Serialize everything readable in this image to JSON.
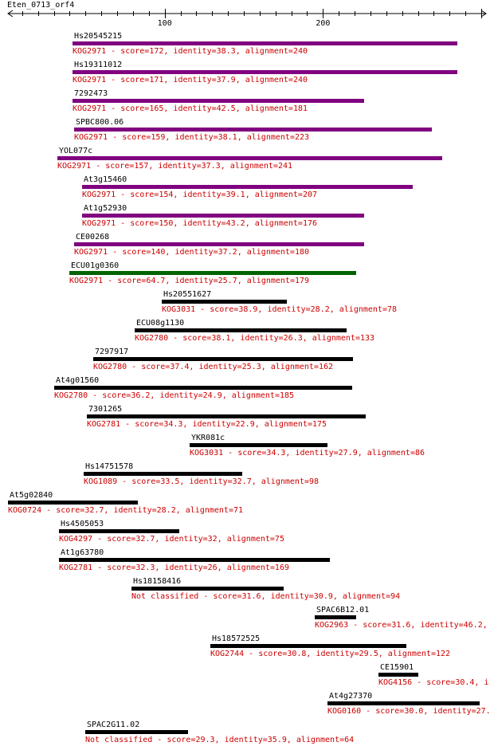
{
  "query": {
    "name": "Eten_0713_orf4",
    "length": 303
  },
  "axis": {
    "ticks": [
      "100",
      "200"
    ],
    "tick_values": [
      100,
      200
    ]
  },
  "colors": {
    "text": "#000000",
    "annotation": "#cc0000",
    "kog2971_bar": "#800080",
    "weak_kog2971_bar": "#006400",
    "other_bar": "#000000"
  },
  "hits": [
    {
      "name": "Hs20545215",
      "kog": "KOG2971",
      "start": 42,
      "end": 285,
      "score": "172",
      "identity": "38.3",
      "alignment": "240",
      "bar": "purple",
      "caption": "KOG2971 - score=172, identity=38.3, alignment=240"
    },
    {
      "name": "Hs19311012",
      "kog": "KOG2971",
      "start": 42,
      "end": 285,
      "score": "171",
      "identity": "37.9",
      "alignment": "240",
      "bar": "purple",
      "caption": "KOG2971 - score=171, identity=37.9, alignment=240"
    },
    {
      "name": "7292473",
      "kog": "KOG2971",
      "start": 42,
      "end": 226,
      "score": "165",
      "identity": "42.5",
      "alignment": "181",
      "bar": "purple",
      "caption": "KOG2971 - score=165, identity=42.5, alignment=181"
    },
    {
      "name": "SPBC800.06",
      "kog": "KOG2971",
      "start": 43,
      "end": 269,
      "score": "159",
      "identity": "38.1",
      "alignment": "223",
      "bar": "purple",
      "caption": "KOG2971 - score=159, identity=38.1, alignment=223"
    },
    {
      "name": "YOL077c",
      "kog": "KOG2971",
      "start": 32,
      "end": 275,
      "score": "157",
      "identity": "37.3",
      "alignment": "241",
      "bar": "purple",
      "caption": "KOG2971 - score=157, identity=37.3, alignment=241"
    },
    {
      "name": "At3g15460",
      "kog": "KOG2971",
      "start": 48,
      "end": 257,
      "score": "154",
      "identity": "39.1",
      "alignment": "207",
      "bar": "purple",
      "caption": "KOG2971 - score=154, identity=39.1, alignment=207"
    },
    {
      "name": "At1g52930",
      "kog": "KOG2971",
      "start": 48,
      "end": 226,
      "score": "150",
      "identity": "43.2",
      "alignment": "176",
      "bar": "purple",
      "caption": "KOG2971 - score=150, identity=43.2, alignment=176"
    },
    {
      "name": "CE00268",
      "kog": "KOG2971",
      "start": 43,
      "end": 226,
      "score": "140",
      "identity": "37.2",
      "alignment": "180",
      "bar": "purple",
      "caption": "KOG2971 - score=140, identity=37.2, alignment=180"
    },
    {
      "name": "ECU01g0360",
      "kog": "KOG2971",
      "start": 40,
      "end": 221,
      "score": "64.7",
      "identity": "25.7",
      "alignment": "179",
      "bar": "green",
      "caption": "KOG2971 - score=64.7, identity=25.7, alignment=179"
    },
    {
      "name": "Hs20551627",
      "kog": "KOG3031",
      "start": 98,
      "end": 177,
      "score": "38.9",
      "identity": "28.2",
      "alignment": "78",
      "bar": "black",
      "caption": "KOG3031 - score=38.9, identity=28.2, alignment=78"
    },
    {
      "name": "ECU08g1130",
      "kog": "KOG2780",
      "start": 81,
      "end": 215,
      "score": "38.1",
      "identity": "26.3",
      "alignment": "133",
      "bar": "black",
      "caption": "KOG2780 - score=38.1, identity=26.3, alignment=133"
    },
    {
      "name": "7297917",
      "kog": "KOG2780",
      "start": 55,
      "end": 219,
      "score": "37.4",
      "identity": "25.3",
      "alignment": "162",
      "bar": "black",
      "caption": "KOG2780 - score=37.4, identity=25.3, alignment=162"
    },
    {
      "name": "At4g01560",
      "kog": "KOG2780",
      "start": 30,
      "end": 218,
      "score": "36.2",
      "identity": "24.9",
      "alignment": "185",
      "bar": "black",
      "caption": "KOG2780 - score=36.2, identity=24.9, alignment=185"
    },
    {
      "name": "7301265",
      "kog": "KOG2781",
      "start": 51,
      "end": 227,
      "score": "34.3",
      "identity": "22.9",
      "alignment": "175",
      "bar": "black",
      "caption": "KOG2781 - score=34.3, identity=22.9, alignment=175"
    },
    {
      "name": "YKR081c",
      "kog": "KOG3031",
      "start": 116,
      "end": 203,
      "score": "34.3",
      "identity": "27.9",
      "alignment": "86",
      "bar": "black",
      "caption": "KOG3031 - score=34.3, identity=27.9, alignment=86"
    },
    {
      "name": "Hs14751578",
      "kog": "KOG1089",
      "start": 49,
      "end": 149,
      "score": "33.5",
      "identity": "32.7",
      "alignment": "98",
      "bar": "black",
      "caption": "KOG1089 - score=33.5, identity=32.7, alignment=98"
    },
    {
      "name": "At5g02840",
      "kog": "KOG0724",
      "start": 1,
      "end": 83,
      "score": "32.7",
      "identity": "28.2",
      "alignment": "71",
      "bar": "black",
      "caption": "KOG0724 - score=32.7, identity=28.2, alignment=71"
    },
    {
      "name": "Hs4505053",
      "kog": "KOG4297",
      "start": 33,
      "end": 109,
      "score": "32.7",
      "identity": "32",
      "alignment": "75",
      "bar": "black",
      "caption": "KOG4297 - score=32.7, identity=32, alignment=75"
    },
    {
      "name": "At1g63780",
      "kog": "KOG2781",
      "start": 33,
      "end": 204,
      "score": "32.3",
      "identity": "26",
      "alignment": "169",
      "bar": "black",
      "caption": "KOG2781 - score=32.3, identity=26, alignment=169"
    },
    {
      "name": "Hs18158416",
      "kog": "Not classified",
      "start": 79,
      "end": 175,
      "score": "31.6",
      "identity": "30.9",
      "alignment": "94",
      "bar": "black",
      "caption": "Not classified - score=31.6, identity=30.9, alignment=94"
    },
    {
      "name": "SPAC6B12.01",
      "kog": "KOG2963",
      "start": 195,
      "end": 221,
      "score": "31.6",
      "identity": "46.2",
      "alignment": "",
      "bar": "black",
      "caption": "KOG2963 - score=31.6, identity=46.2,"
    },
    {
      "name": "Hs18572525",
      "kog": "KOG2744",
      "start": 129,
      "end": 253,
      "score": "30.8",
      "identity": "29.5",
      "alignment": "122",
      "bar": "black",
      "caption": "KOG2744 - score=30.8, identity=29.5, alignment=122"
    },
    {
      "name": "CE15901",
      "kog": "KOG4156",
      "start": 235,
      "end": 260,
      "score": "30.4",
      "identity": "",
      "alignment": "",
      "bar": "black",
      "caption": "KOG4156 - score=30.4, i"
    },
    {
      "name": "At4g27370",
      "kog": "KOG0160",
      "start": 203,
      "end": 299,
      "score": "30.0",
      "identity": "27.",
      "alignment": "",
      "bar": "black",
      "caption": "KOG0160 - score=30.0, identity=27."
    },
    {
      "name": "SPAC2G11.02",
      "kog": "Not classified",
      "start": 50,
      "end": 115,
      "score": "29.3",
      "identity": "35.9",
      "alignment": "64",
      "bar": "black",
      "caption": "Not classified - score=29.3, identity=35.9, alignment=64"
    }
  ]
}
